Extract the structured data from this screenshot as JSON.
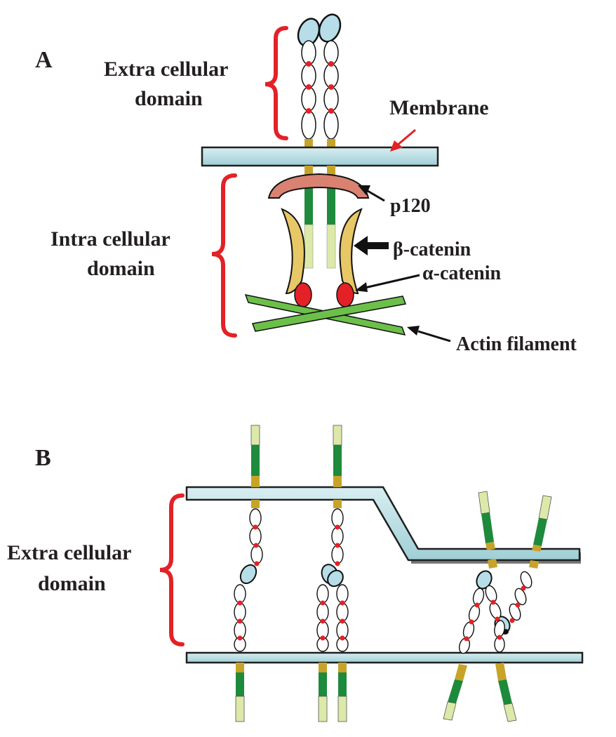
{
  "panel_a": {
    "letter": "A",
    "extracellular_line1": "Extra cellular",
    "extracellular_line2": "domain",
    "membrane": "Membrane",
    "intracellular_line1": "Intra cellular",
    "intracellular_line2": "domain",
    "p120": "p120",
    "beta_catenin": "β-catenin",
    "alpha_catenin": "α-catenin",
    "actin": "Actin filament"
  },
  "panel_b": {
    "letter": "B",
    "extracellular_line1": "Extra cellular",
    "extracellular_line2": "domain"
  },
  "colors": {
    "membrane": "#b5dde2",
    "membrane_outline": "#1f1f1f",
    "tm_segment": "#c8a32a",
    "cyto_dark": "#1e8a3c",
    "cyto_light": "#dce9a8",
    "ec1_head": "#b7dde8",
    "red_dot": "#e32126",
    "bracket": "#e32126",
    "p120": "#d98272",
    "beta_catenin": "#e8c766",
    "alpha_catenin": "#e32126",
    "actin": "#6cc04a",
    "arrow_black": "#111111",
    "arrow_red": "#e32126"
  }
}
